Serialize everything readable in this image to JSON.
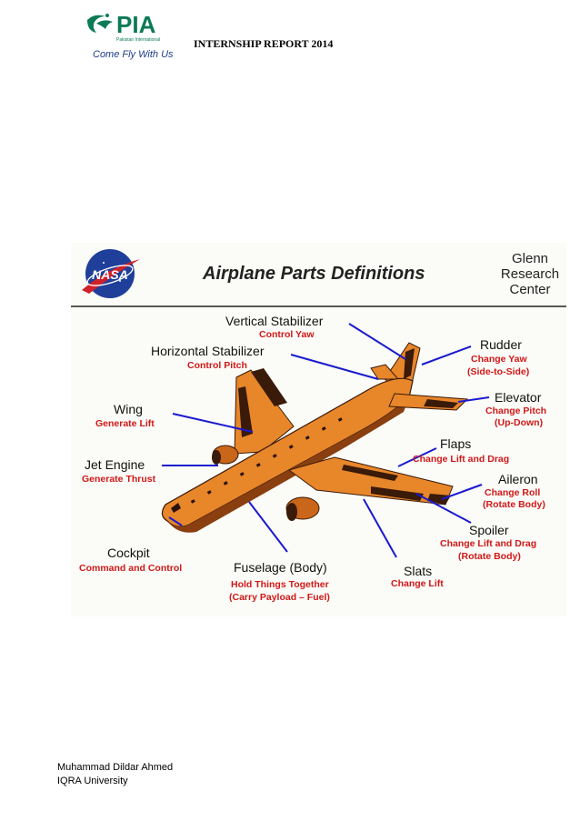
{
  "header": {
    "logo_text": "PIA",
    "logo_subtext": "Pakistan International",
    "tagline": "Come Fly With Us",
    "report_title": "INTERNSHIP REPORT 2014"
  },
  "figure": {
    "nasa_logo_text": "NASA",
    "title": "Airplane Parts Definitions",
    "org_line1": "Glenn",
    "org_line2": "Research",
    "org_line3": "Center",
    "parts": [
      {
        "name": "Vertical Stabilizer",
        "desc1": "Control Yaw",
        "desc2": ""
      },
      {
        "name": "Horizontal Stabilizer",
        "desc1": "Control Pitch",
        "desc2": ""
      },
      {
        "name": "Wing",
        "desc1": "Generate Lift",
        "desc2": ""
      },
      {
        "name": "Jet Engine",
        "desc1": "Generate Thrust",
        "desc2": ""
      },
      {
        "name": "Cockpit",
        "desc1": "Command and Control",
        "desc2": ""
      },
      {
        "name": "Fuselage (Body)",
        "desc1": "Hold Things Together",
        "desc2": "(Carry Payload – Fuel)"
      },
      {
        "name": "Slats",
        "desc1": "Change Lift",
        "desc2": ""
      },
      {
        "name": "Spoiler",
        "desc1": "Change Lift and Drag",
        "desc2": "(Rotate Body)"
      },
      {
        "name": "Aileron",
        "desc1": "Change Roll",
        "desc2": "(Rotate Body)"
      },
      {
        "name": "Flaps",
        "desc1": "Change Lift and Drag",
        "desc2": ""
      },
      {
        "name": "Elevator",
        "desc1": "Change Pitch",
        "desc2": "(Up-Down)"
      },
      {
        "name": "Rudder",
        "desc1": "Change Yaw",
        "desc2": "(Side-to-Side)"
      }
    ]
  },
  "footer": {
    "author": "Muhammad Dildar Ahmed",
    "university": "IQRA University"
  },
  "colors": {
    "pia_green": "#0b7a55",
    "airplane_orange": "#e8862a",
    "airplane_dark": "#3a1a08",
    "leader_blue": "#1a1ad0",
    "desc_red": "#d01818",
    "nasa_blue": "#1f3f9a",
    "nasa_red": "#d0202a"
  }
}
